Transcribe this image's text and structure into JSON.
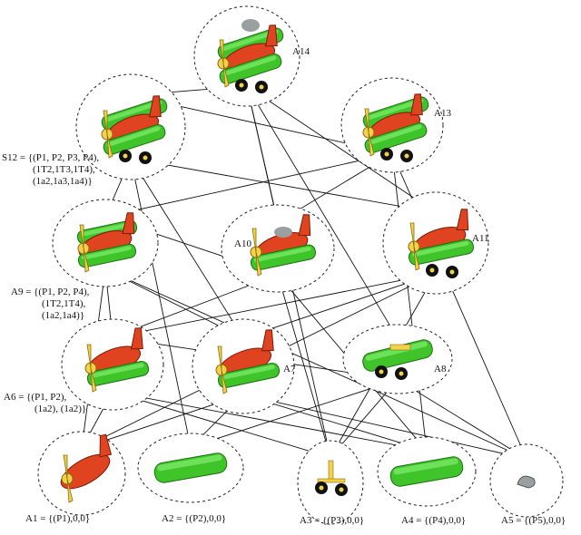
{
  "nodes": [
    {
      "id": "A14",
      "label": "A14",
      "kind": "full-plane",
      "variant": "a"
    },
    {
      "id": "A13",
      "label": "A13",
      "kind": "full-plane",
      "variant": "b"
    },
    {
      "id": "A12",
      "label": "",
      "kind": "full-plane",
      "variant": "c"
    },
    {
      "id": "A10",
      "label": "A10",
      "kind": "body-wing-plane",
      "variant": "a"
    },
    {
      "id": "A11",
      "label": "A11",
      "kind": "body-wing-plane",
      "variant": "b"
    },
    {
      "id": "A9",
      "label": "",
      "kind": "body-wings",
      "variant": "a"
    },
    {
      "id": "A7",
      "label": "A7",
      "kind": "body-wing",
      "variant": "a"
    },
    {
      "id": "A8",
      "label": "A8",
      "kind": "wing-wheels",
      "variant": "a"
    },
    {
      "id": "A6",
      "label": "",
      "kind": "body-wing",
      "variant": "b"
    },
    {
      "id": "A1",
      "label": "",
      "kind": "body",
      "variant": "a"
    },
    {
      "id": "A2",
      "label": "",
      "kind": "wing",
      "variant": "a"
    },
    {
      "id": "A3",
      "label": "",
      "kind": "wheels",
      "variant": "a"
    },
    {
      "id": "A4",
      "label": "",
      "kind": "wing",
      "variant": "b"
    },
    {
      "id": "A5",
      "label": "",
      "kind": "tail",
      "variant": "a"
    }
  ],
  "annotations": {
    "S12": {
      "line1": "S12 = {(P1, P2, P3, P4),",
      "line2": "(1T2,1T3,1T4),",
      "line3": "(1a2,1a3,1a4)}"
    },
    "A9": {
      "line1": "A9 = {(P1, P2, P4),",
      "line2": "(1T2,1T4),",
      "line3": "(1a2,1a4)}"
    },
    "A6": {
      "line1": "A6 = {(P1, P2),",
      "line2": "(1a2), (1a2)}"
    },
    "A1": "A1 = {(P1),0,0}",
    "A2": "A2 = {(P2),0,0}",
    "A3": "A3 = {(P3),0,0}",
    "A4": "A4 = {(P4),0,0}",
    "A5": "A5 = {(P5),0,0}"
  },
  "edges": [
    [
      "A14",
      "A12"
    ],
    [
      "A14",
      "A10"
    ],
    [
      "A14",
      "A11"
    ],
    [
      "A14",
      "A8"
    ],
    [
      "A14",
      "A3"
    ],
    [
      "A13",
      "A12"
    ],
    [
      "A13",
      "A9"
    ],
    [
      "A13",
      "A10"
    ],
    [
      "A13",
      "A5"
    ],
    [
      "A13",
      "A4"
    ],
    [
      "A12",
      "A9"
    ],
    [
      "A12",
      "A7"
    ],
    [
      "A12",
      "A11"
    ],
    [
      "A12",
      "A2"
    ],
    [
      "A10",
      "A9"
    ],
    [
      "A10",
      "A6"
    ],
    [
      "A10",
      "A3"
    ],
    [
      "A10",
      "A4"
    ],
    [
      "A11",
      "A6"
    ],
    [
      "A11",
      "A7"
    ],
    [
      "A11",
      "A1"
    ],
    [
      "A11",
      "A3"
    ],
    [
      "A9",
      "A6"
    ],
    [
      "A9",
      "A7"
    ],
    [
      "A9",
      "A1"
    ],
    [
      "A9",
      "A5"
    ],
    [
      "A7",
      "A1"
    ],
    [
      "A7",
      "A2"
    ],
    [
      "A7",
      "A4"
    ],
    [
      "A7",
      "A5"
    ],
    [
      "A8",
      "A6"
    ],
    [
      "A8",
      "A2"
    ],
    [
      "A8",
      "A3"
    ],
    [
      "A8",
      "A5"
    ],
    [
      "A6",
      "A1"
    ],
    [
      "A6",
      "A3"
    ],
    [
      "A6",
      "A4"
    ]
  ],
  "colors": {
    "red": "#e0431f",
    "green": "#3fc42a",
    "yellow": "#f2d24a",
    "dark": "#111111",
    "gray": "#9aa0a0",
    "edge": "#111111"
  }
}
